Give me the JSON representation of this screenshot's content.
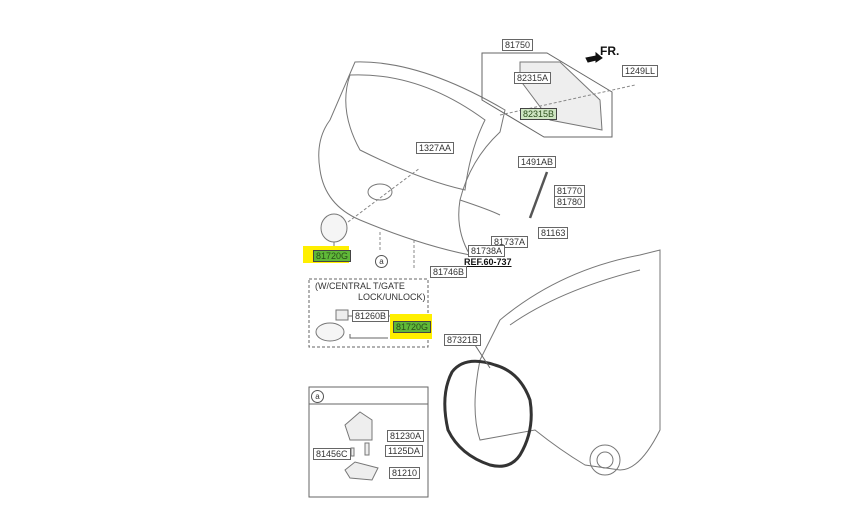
{
  "diagram": {
    "direction_label": "FR.",
    "reference": "REF.60-737",
    "callout_marker": "a",
    "parts": {
      "p81750": "81750",
      "p82315A": "82315A",
      "p1249LL": "1249LL",
      "p82315B": "82315B",
      "p1327AA": "1327AA",
      "p1491AB": "1491AB",
      "p81770": "81770",
      "p81780": "81780",
      "p81163": "81163",
      "p81737A": "81737A",
      "p81738A": "81738A",
      "p81720G": "81720G",
      "p81746B": "81746B",
      "p81260B": "81260B",
      "p81720G_2": "81720G",
      "p87321B": "87321B",
      "p81230A": "81230A",
      "p1125DA": "1125DA",
      "p81456C": "81456C",
      "p81210": "81210"
    },
    "option_box": {
      "line1": "(W/CENTRAL T/GATE",
      "line2": "LOCK/UNLOCK)"
    },
    "highlight_color": "#ffef00",
    "label_highlight_color": "#5fb838"
  }
}
